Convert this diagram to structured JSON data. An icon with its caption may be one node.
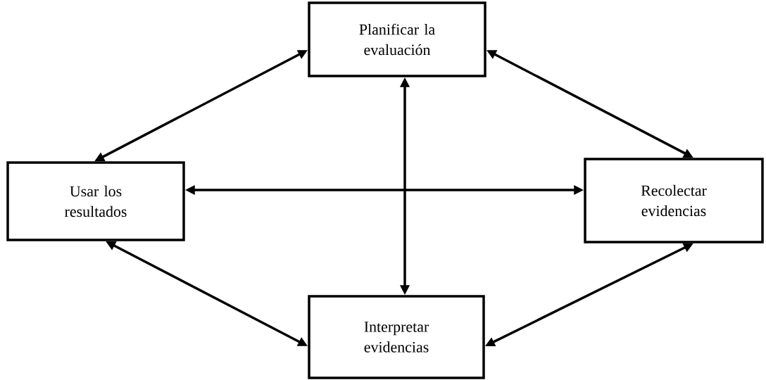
{
  "diagram": {
    "nodes": [
      {
        "text": [
          "Planificar la evaluación"
        ]
      },
      {
        "text": [
          "Usar los resultados"
        ]
      },
      {
        "text": [
          "Recolectar evidencias"
        ]
      },
      {
        "text": [
          "Interpretar evidencias"
        ]
      }
    ],
    "edges": [
      {
        "from": 0,
        "to": 1,
        "arrow": "both"
      },
      {
        "from": 0,
        "to": 2,
        "arrow": "both"
      },
      {
        "from": 0,
        "to": 3,
        "arrow": "both"
      },
      {
        "from": 1,
        "to": 2,
        "arrow": "both"
      },
      {
        "from": 1,
        "to": 3,
        "arrow": "both"
      },
      {
        "from": 3,
        "to": 2,
        "arrow": "both"
      }
    ]
  }
}
